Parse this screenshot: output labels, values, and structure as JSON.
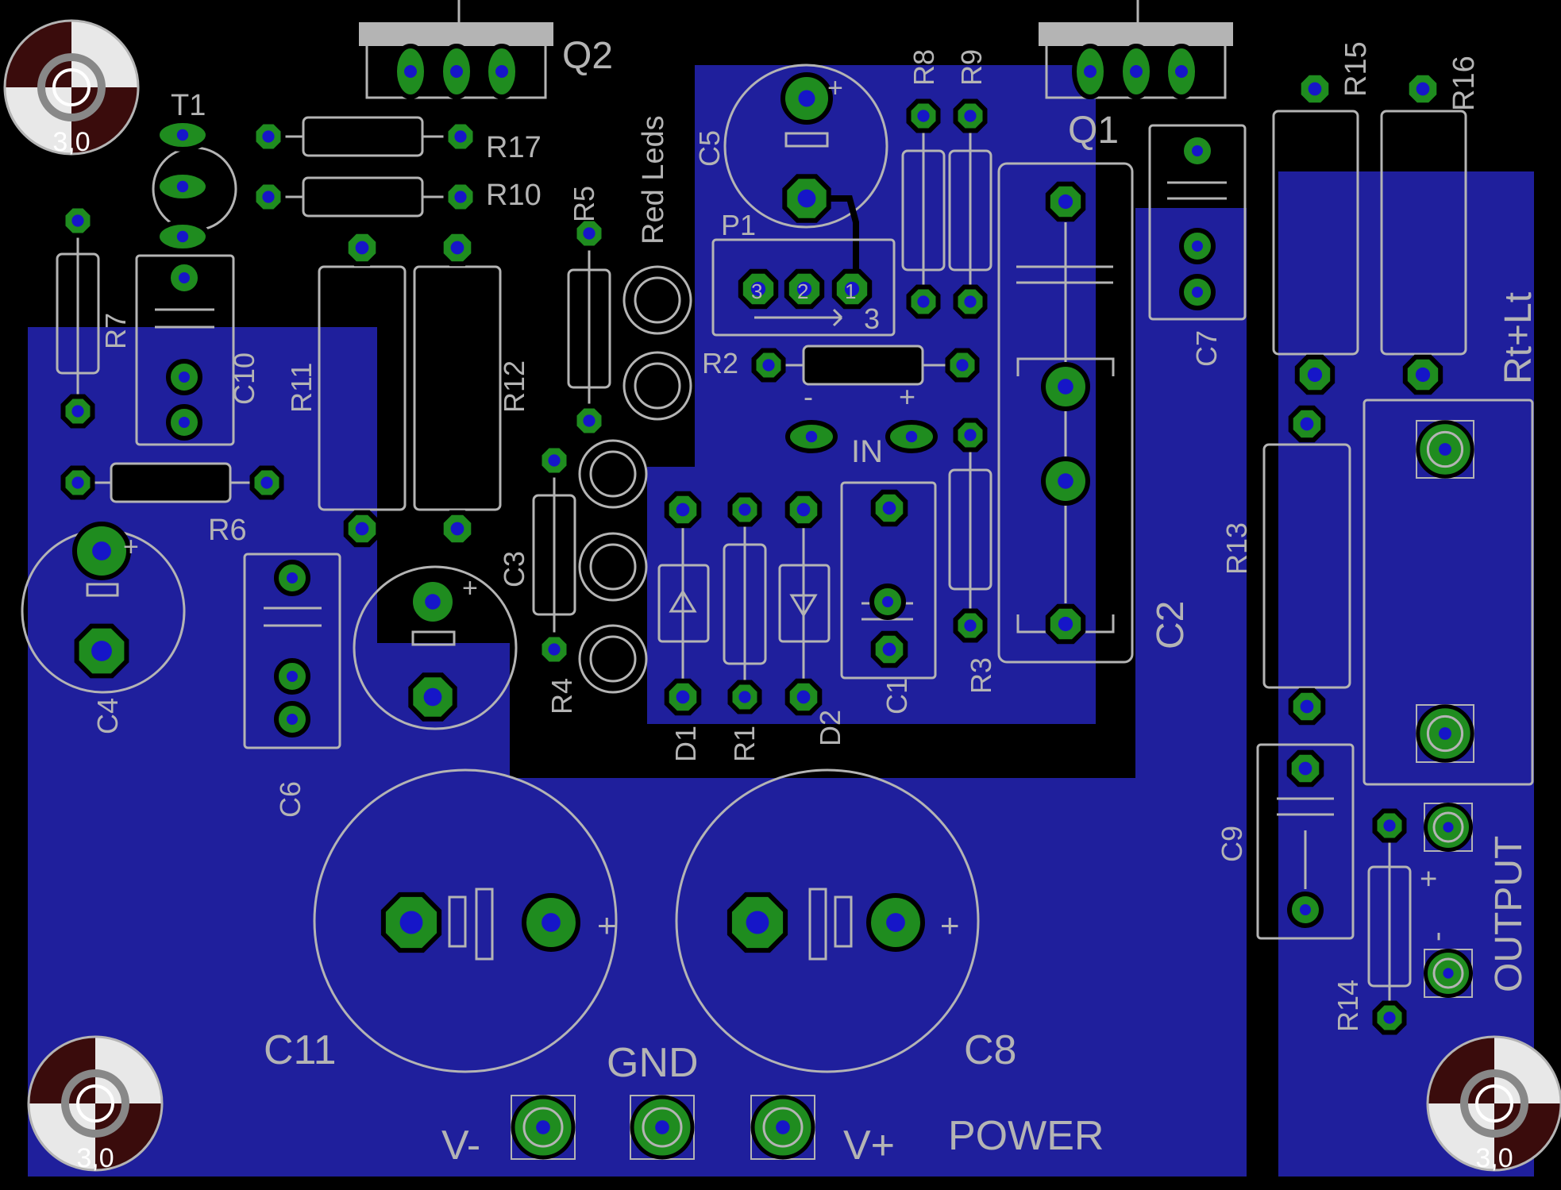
{
  "colors": {
    "background": "#000000",
    "copper_pour": "#1f1f9c",
    "copper_pour_alt": "#2323a8",
    "pad": "#1f8c1f",
    "pad_outline": "#000000",
    "silkscreen": "#b4b4b4",
    "hole": "#1616c8",
    "mount_dark": "#3a0c0c",
    "trace_dark": "#000000"
  },
  "labels": {
    "q2": "Q2",
    "q1": "Q1",
    "t1": "T1",
    "r17": "R17",
    "r10": "R10",
    "r5": "R5",
    "red_leds": "Red Leds",
    "c5": "C5",
    "p1": "P1",
    "r8": "R8",
    "r9": "R9",
    "r15": "R15",
    "r16": "R16",
    "r7": "R7",
    "c10": "C10",
    "r11": "R11",
    "r12": "R12",
    "r2": "R2",
    "in": "IN",
    "c7": "C7",
    "rt_lt": "Rt+Lt",
    "r6": "R6",
    "c3": "C3",
    "c4": "C4",
    "c6": "C6",
    "r4": "R4",
    "d1": "D1",
    "r1": "R1",
    "d2": "D2",
    "c1": "C1",
    "r3": "R3",
    "c2": "C2",
    "r13": "R13",
    "c9": "C9",
    "r14": "R14",
    "output": "OUTPUT",
    "c11": "C11",
    "c8": "C8",
    "gnd": "GND",
    "v_minus": "V-",
    "v_plus": "V+",
    "power": "POWER",
    "hole_size": "3,0",
    "plus": "+",
    "minus": "-",
    "p1_pin3": "3",
    "p1_pin2": "2",
    "p1_pin1": "1",
    "p1_arrow_num": "3"
  }
}
